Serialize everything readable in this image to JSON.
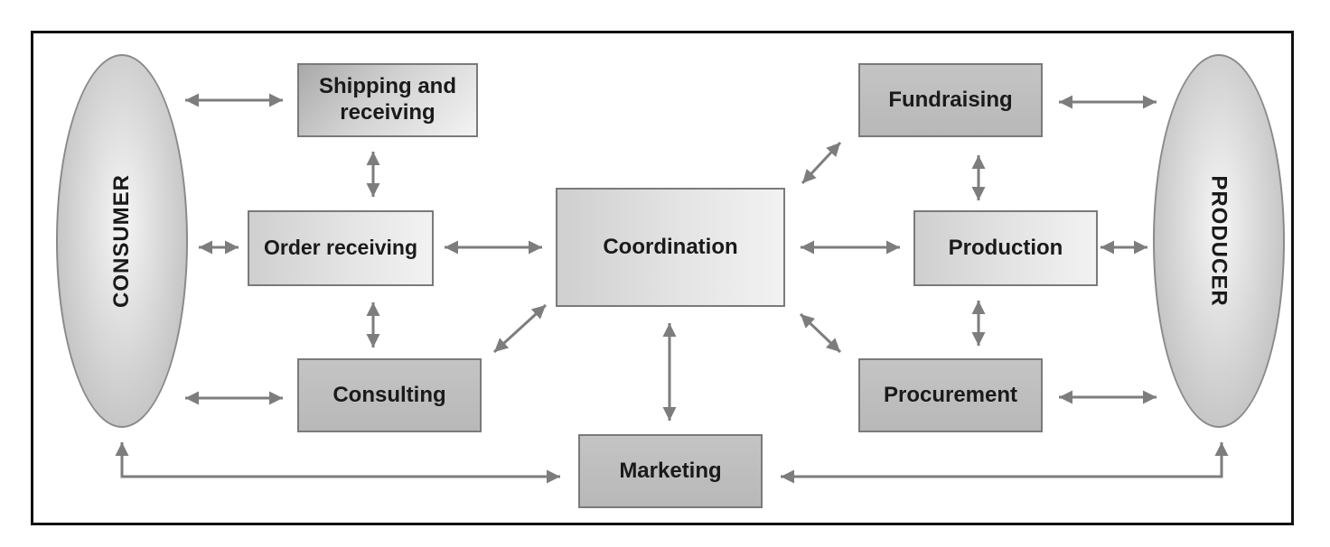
{
  "diagram": {
    "consumer": "CONSUMER",
    "producer": "PRODUCER",
    "nodes": {
      "shipping": "Shipping and receiving",
      "order": "Order receiving",
      "consulting": "Consulting",
      "coordination": "Coordination",
      "marketing": "Marketing",
      "fundraising": "Fundraising",
      "production": "Production",
      "procurement": "Procurement"
    }
  }
}
